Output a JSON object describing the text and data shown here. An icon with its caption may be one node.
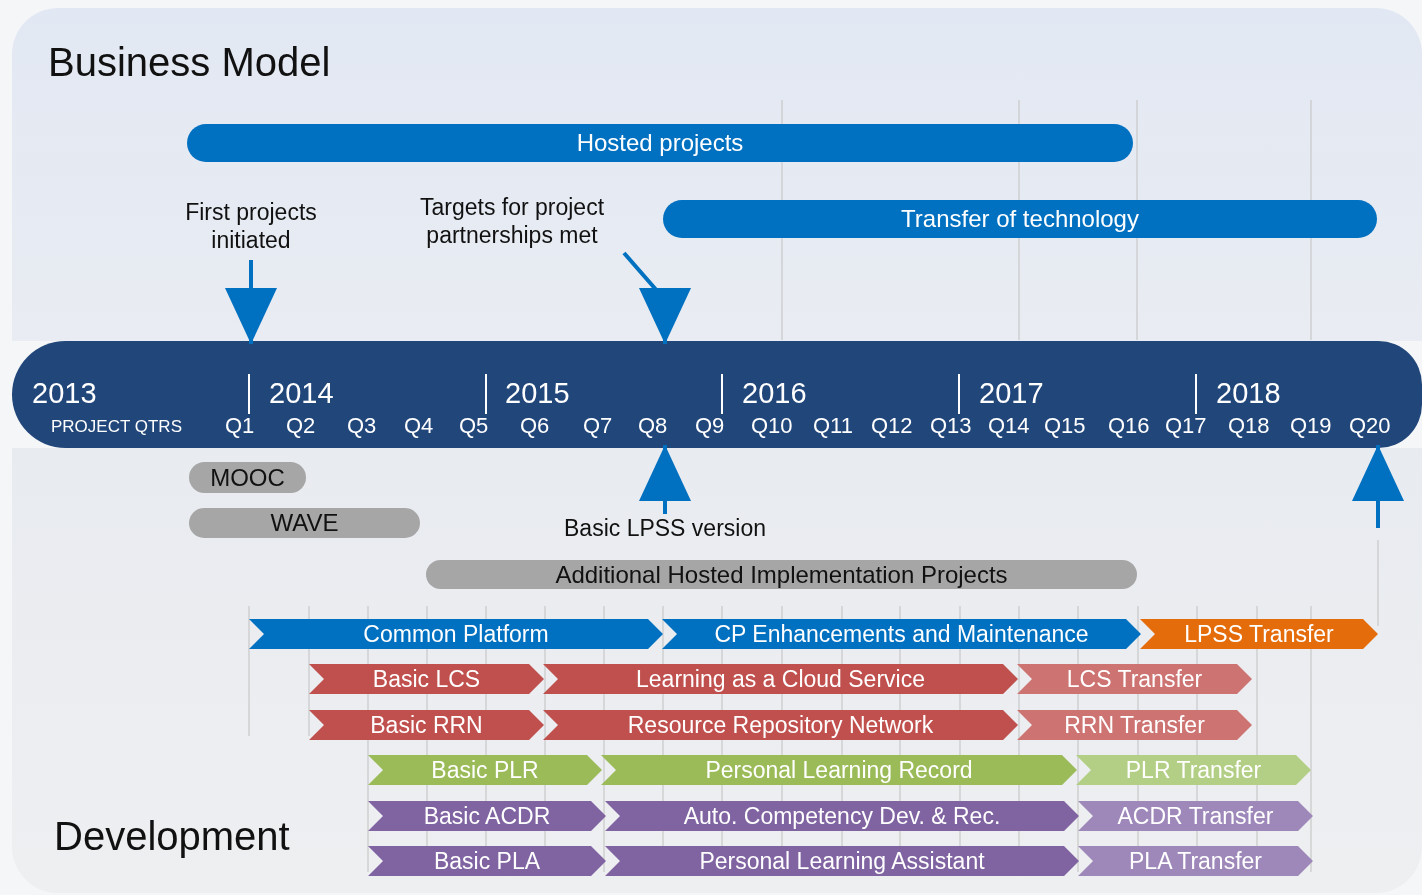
{
  "diagram": {
    "nodes": [
      {
        "text": [
          "Business Model"
        ]
      },
      {
        "text": [
          "Hosted projects"
        ],
        "in": 0
      },
      {
        "text": [
          "First projects initiated"
        ],
        "in": 0
      },
      {
        "text": [
          "Targets for project partnerships met"
        ],
        "in": 0
      },
      {
        "text": [
          "Transfer of technology"
        ],
        "in": 0
      },
      {
        "text": [
          "2013",
          "2014",
          "2015",
          "2016",
          "2017",
          "2018",
          "PROJECT QTRS",
          "Q1",
          "Q2",
          "Q3",
          "Q4",
          "Q5",
          "Q6",
          "Q7",
          "Q8",
          "Q9",
          "Q10",
          "Q11",
          "Q12",
          "Q13",
          "Q14",
          "Q15",
          "Q16",
          "Q17",
          "Q18",
          "Q19",
          "Q20"
        ]
      },
      {
        "text": [
          "Development"
        ]
      },
      {
        "text": [
          "MOOC"
        ],
        "in": 6
      },
      {
        "text": [
          "WAVE"
        ],
        "in": 6
      },
      {
        "text": [
          "Basic LPSS version"
        ],
        "in": 6
      },
      {
        "text": [
          "Additional Hosted Implementation Projects"
        ],
        "in": 6
      },
      {
        "text": [
          "Common Platform"
        ],
        "in": 6
      },
      {
        "text": [
          "CP Enhancements and Maintenance"
        ],
        "in": 6
      },
      {
        "text": [
          "LPSS Transfer"
        ],
        "in": 6
      },
      {
        "text": [
          "Basic LCS"
        ],
        "in": 6
      },
      {
        "text": [
          "Learning as a Cloud Service"
        ],
        "in": 6
      },
      {
        "text": [
          "LCS Transfer"
        ],
        "in": 6
      },
      {
        "text": [
          "Basic RRN"
        ],
        "in": 6
      },
      {
        "text": [
          "Resource Repository Network"
        ],
        "in": 6
      },
      {
        "text": [
          "RRN Transfer"
        ],
        "in": 6
      },
      {
        "text": [
          "Basic PLR"
        ],
        "in": 6
      },
      {
        "text": [
          "Personal Learning Record"
        ],
        "in": 6
      },
      {
        "text": [
          "PLR Transfer"
        ],
        "in": 6
      },
      {
        "text": [
          "Basic ACDR"
        ],
        "in": 6
      },
      {
        "text": [
          "Auto. Competency Dev. & Rec."
        ],
        "in": 6
      },
      {
        "text": [
          "ACDR Transfer"
        ],
        "in": 6
      },
      {
        "text": [
          "Basic PLA"
        ],
        "in": 6
      },
      {
        "text": [
          "Personal Learning Assistant"
        ],
        "in": 6
      },
      {
        "text": [
          "PLA Transfer"
        ],
        "in": 6
      }
    ],
    "edges": [
      {
        "from": 2,
        "to": 5,
        "arrow": "to"
      },
      {
        "from": 3,
        "to": 5,
        "arrow": "to"
      },
      {
        "from": 9,
        "to": 5,
        "arrow": "to"
      },
      {
        "from": null,
        "to": 5,
        "arrow": "to"
      }
    ]
  }
}
